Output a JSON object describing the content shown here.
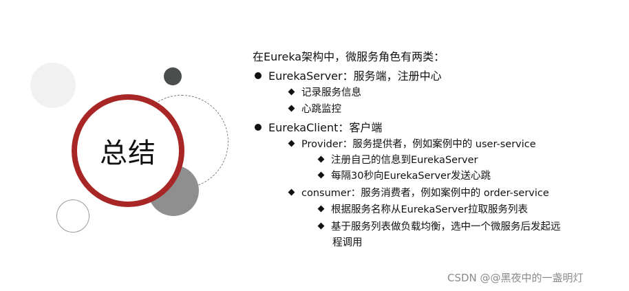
{
  "badge": {
    "title": "总结"
  },
  "content": {
    "intro": "在Eureka架构中，微服务角色有两类：",
    "items": [
      {
        "text": "EurekaServer：服务端，注册中心"
      },
      {
        "text": "记录服务信息"
      },
      {
        "text": "心跳监控"
      },
      {
        "text": "EurekaClient：客户端"
      },
      {
        "text": "Provider：服务提供者，例如案例中的 user-service"
      },
      {
        "text": "注册自己的信息到EurekaServer"
      },
      {
        "text": "每隔30秒向EurekaServer发送心跳"
      },
      {
        "text": "consumer：服务消费者，例如案例中的 order-service"
      },
      {
        "text": "根据服务名称从EurekaServer拉取服务列表"
      },
      {
        "text": "基于服务列表做负载均衡，选中一个微服务后发起远"
      },
      {
        "text": "程调用"
      }
    ]
  },
  "watermark": "CSDN @@黑夜中的一盏明灯"
}
